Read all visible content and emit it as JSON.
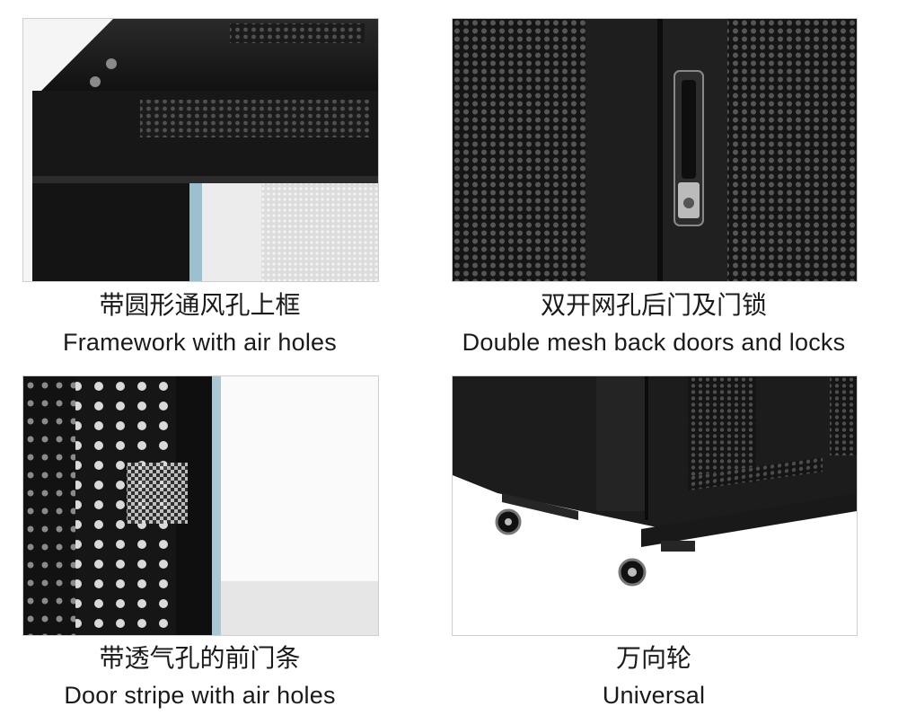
{
  "panels": [
    {
      "caption_cn": "带圆形通风孔上框",
      "caption_en": "Framework with air holes"
    },
    {
      "caption_cn": "双开网孔后门及门锁",
      "caption_en": "Double mesh back doors and locks"
    },
    {
      "caption_cn": "带透气孔的前门条",
      "caption_en": "Door stripe with air holes"
    },
    {
      "caption_cn": "万向轮",
      "caption_en": "Universal"
    }
  ],
  "colors": {
    "cabinet": "#161616",
    "caption": "#1a1a1a",
    "frame_border": "#cfcfcf"
  }
}
